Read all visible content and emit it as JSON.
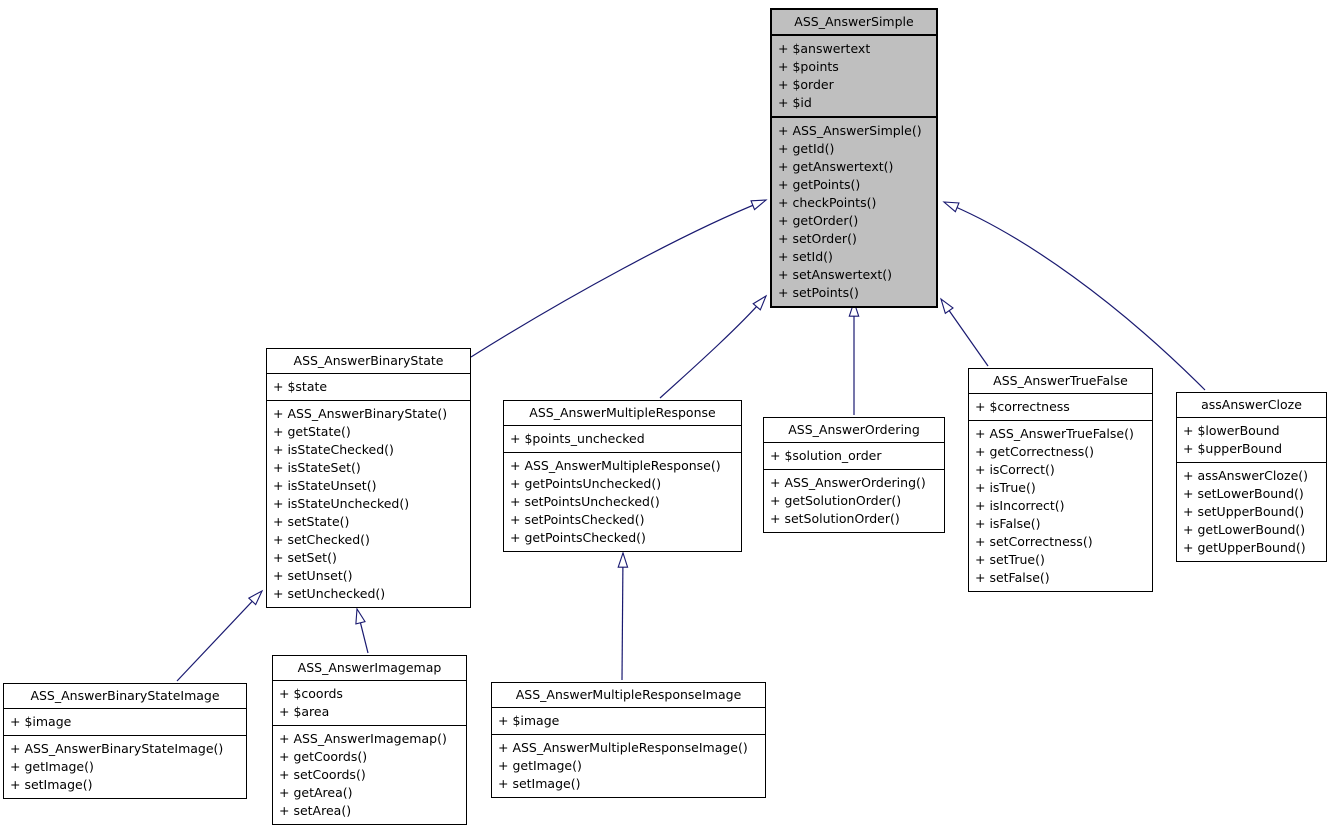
{
  "diagram_type": "uml-class-inheritance",
  "colors": {
    "highlight_fill": "#bfbfbf",
    "box_fill": "#ffffff",
    "box_border": "#000000",
    "edge": "#191970",
    "text": "#000000"
  },
  "classes": [
    {
      "id": "ASS_AnswerSimple",
      "name": "ASS_AnswerSimple",
      "highlighted": true,
      "attributes": [
        "+ $answertext",
        "+ $points",
        "+ $order",
        "+ $id"
      ],
      "methods": [
        "+ ASS_AnswerSimple()",
        "+ getId()",
        "+ getAnswertext()",
        "+ getPoints()",
        "+ checkPoints()",
        "+ getOrder()",
        "+ setOrder()",
        "+ setId()",
        "+ setAnswertext()",
        "+ setPoints()"
      ]
    },
    {
      "id": "ASS_AnswerBinaryState",
      "name": "ASS_AnswerBinaryState",
      "highlighted": false,
      "attributes": [
        "+ $state"
      ],
      "methods": [
        "+ ASS_AnswerBinaryState()",
        "+ getState()",
        "+ isStateChecked()",
        "+ isStateSet()",
        "+ isStateUnset()",
        "+ isStateUnchecked()",
        "+ setState()",
        "+ setChecked()",
        "+ setSet()",
        "+ setUnset()",
        "+ setUnchecked()"
      ]
    },
    {
      "id": "ASS_AnswerMultipleResponse",
      "name": "ASS_AnswerMultipleResponse",
      "highlighted": false,
      "attributes": [
        "+ $points_unchecked"
      ],
      "methods": [
        "+ ASS_AnswerMultipleResponse()",
        "+ getPointsUnchecked()",
        "+ setPointsUnchecked()",
        "+ setPointsChecked()",
        "+ getPointsChecked()"
      ]
    },
    {
      "id": "ASS_AnswerOrdering",
      "name": "ASS_AnswerOrdering",
      "highlighted": false,
      "attributes": [
        "+ $solution_order"
      ],
      "methods": [
        "+ ASS_AnswerOrdering()",
        "+ getSolutionOrder()",
        "+ setSolutionOrder()"
      ]
    },
    {
      "id": "ASS_AnswerTrueFalse",
      "name": "ASS_AnswerTrueFalse",
      "highlighted": false,
      "attributes": [
        "+ $correctness"
      ],
      "methods": [
        "+ ASS_AnswerTrueFalse()",
        "+ getCorrectness()",
        "+ isCorrect()",
        "+ isTrue()",
        "+ isIncorrect()",
        "+ isFalse()",
        "+ setCorrectness()",
        "+ setTrue()",
        "+ setFalse()"
      ]
    },
    {
      "id": "assAnswerCloze",
      "name": "assAnswerCloze",
      "highlighted": false,
      "attributes": [
        "+ $lowerBound",
        "+ $upperBound"
      ],
      "methods": [
        "+ assAnswerCloze()",
        "+ setLowerBound()",
        "+ setUpperBound()",
        "+ getLowerBound()",
        "+ getUpperBound()"
      ]
    },
    {
      "id": "ASS_AnswerBinaryStateImage",
      "name": "ASS_AnswerBinaryStateImage",
      "highlighted": false,
      "attributes": [
        "+ $image"
      ],
      "methods": [
        "+ ASS_AnswerBinaryStateImage()",
        "+ getImage()",
        "+ setImage()"
      ]
    },
    {
      "id": "ASS_AnswerImagemap",
      "name": "ASS_AnswerImagemap",
      "highlighted": false,
      "attributes": [
        "+ $coords",
        "+ $area"
      ],
      "methods": [
        "+ ASS_AnswerImagemap()",
        "+ getCoords()",
        "+ setCoords()",
        "+ getArea()",
        "+ setArea()"
      ]
    },
    {
      "id": "ASS_AnswerMultipleResponseImage",
      "name": "ASS_AnswerMultipleResponseImage",
      "highlighted": false,
      "attributes": [
        "+ $image"
      ],
      "methods": [
        "+ ASS_AnswerMultipleResponseImage()",
        "+ getImage()",
        "+ setImage()"
      ]
    }
  ],
  "edges": [
    {
      "from": "ASS_AnswerBinaryState",
      "to": "ASS_AnswerSimple",
      "relation": "inheritance"
    },
    {
      "from": "ASS_AnswerMultipleResponse",
      "to": "ASS_AnswerSimple",
      "relation": "inheritance"
    },
    {
      "from": "ASS_AnswerOrdering",
      "to": "ASS_AnswerSimple",
      "relation": "inheritance"
    },
    {
      "from": "ASS_AnswerTrueFalse",
      "to": "ASS_AnswerSimple",
      "relation": "inheritance"
    },
    {
      "from": "assAnswerCloze",
      "to": "ASS_AnswerSimple",
      "relation": "inheritance"
    },
    {
      "from": "ASS_AnswerBinaryStateImage",
      "to": "ASS_AnswerBinaryState",
      "relation": "inheritance"
    },
    {
      "from": "ASS_AnswerImagemap",
      "to": "ASS_AnswerBinaryState",
      "relation": "inheritance"
    },
    {
      "from": "ASS_AnswerMultipleResponseImage",
      "to": "ASS_AnswerMultipleResponse",
      "relation": "inheritance"
    }
  ]
}
